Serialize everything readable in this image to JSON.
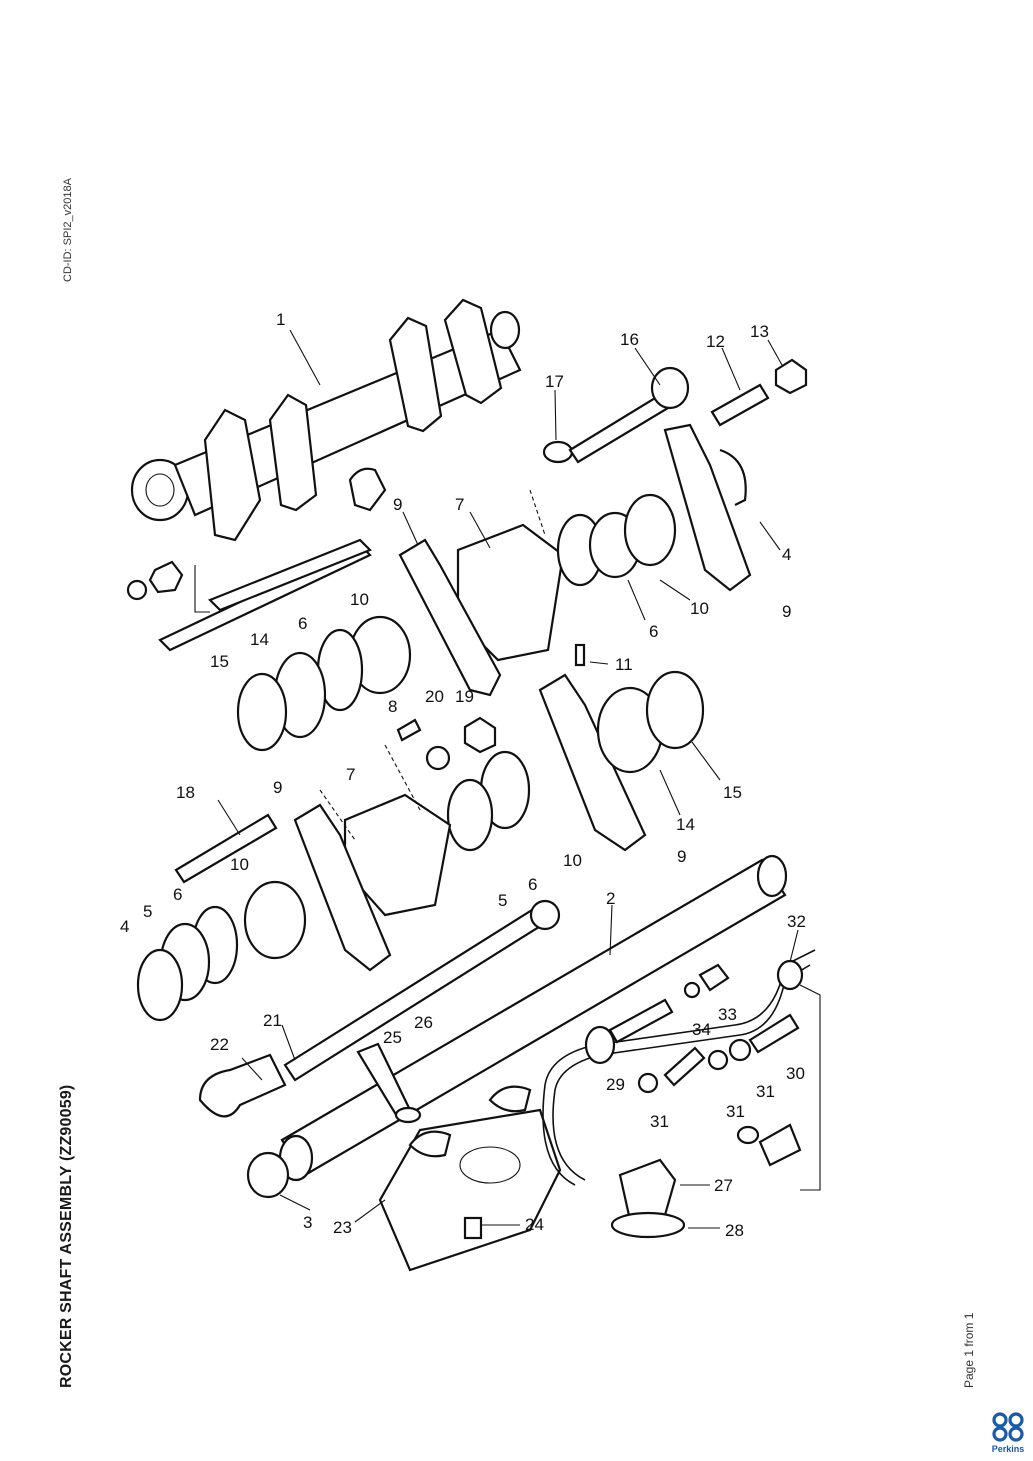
{
  "document": {
    "cd_id": "CD-ID: SPI2_v2018A",
    "title": "ROCKER SHAFT ASSEMBLY (ZZ90059)",
    "page_info": "Page 1 from 1",
    "brand": "Perkins"
  },
  "callouts": [
    "1",
    "16",
    "17",
    "12",
    "13",
    "9",
    "7",
    "4",
    "9",
    "10",
    "6",
    "11",
    "10",
    "14",
    "6",
    "15",
    "8",
    "20",
    "19",
    "15",
    "14",
    "18",
    "9",
    "7",
    "10",
    "5",
    "6",
    "9",
    "6",
    "5",
    "10",
    "4",
    "2",
    "32",
    "21",
    "25",
    "26",
    "22",
    "34",
    "33",
    "30",
    "29",
    "31",
    "31",
    "31",
    "27",
    "3",
    "23",
    "24",
    "28"
  ],
  "colors": {
    "ink": "#111111",
    "brand": "#1a5ba8"
  }
}
